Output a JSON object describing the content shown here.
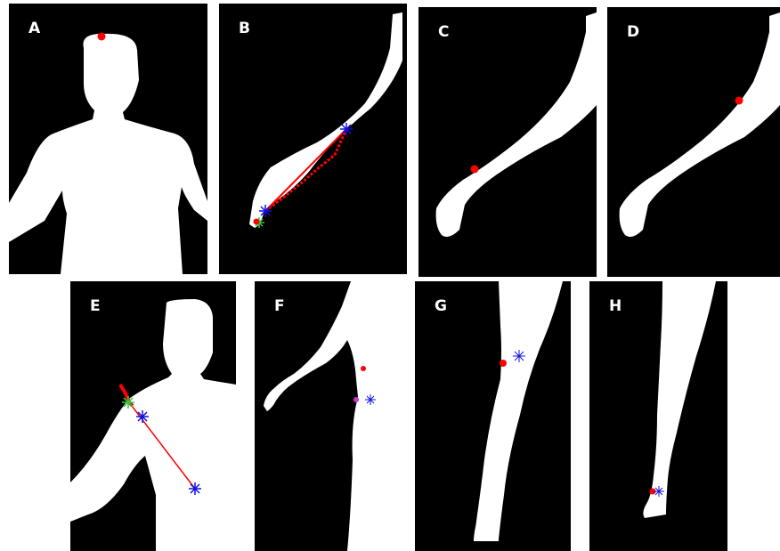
{
  "panels": {
    "a": {
      "label": "A"
    },
    "b": {
      "label": "B"
    },
    "c": {
      "label": "C"
    },
    "d": {
      "label": "D"
    },
    "e": {
      "label": "E"
    },
    "f": {
      "label": "F"
    },
    "g": {
      "label": "G"
    },
    "h": {
      "label": "H"
    }
  },
  "colors": {
    "background": "#000000",
    "silhouette": "#ffffff",
    "keypoint": "#ff0000",
    "blue_marker": "#1010e0",
    "green_marker": "#2ecc40",
    "magenta_marker": "#cc33cc"
  }
}
